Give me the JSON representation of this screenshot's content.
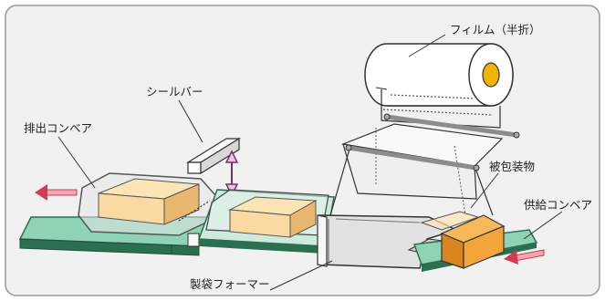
{
  "labels": {
    "film": "フィルム（半折）",
    "seal_bar": "シールバー",
    "discharge_conveyor": "排出コンベア",
    "packaged_item": "被包装物",
    "supply_conveyor": "供給コンベア",
    "bag_former": "製袋フォーマー"
  },
  "colors": {
    "panel_bg": "#f1f1f1",
    "panel_border": "#9a9a9a",
    "conveyor_green": "#8fd3b5",
    "conveyor_dark": "#2c6e52",
    "product_beige": "#fbd9a2",
    "product_beige_side": "#e8b870",
    "product_orange": "#f3a43a",
    "product_orange_dark": "#d9861e",
    "arrow_pink": "#f2a7b3",
    "arrow_red": "#cf3c56",
    "roll_core": "#f0b400",
    "steel": "#8c8c8c"
  }
}
